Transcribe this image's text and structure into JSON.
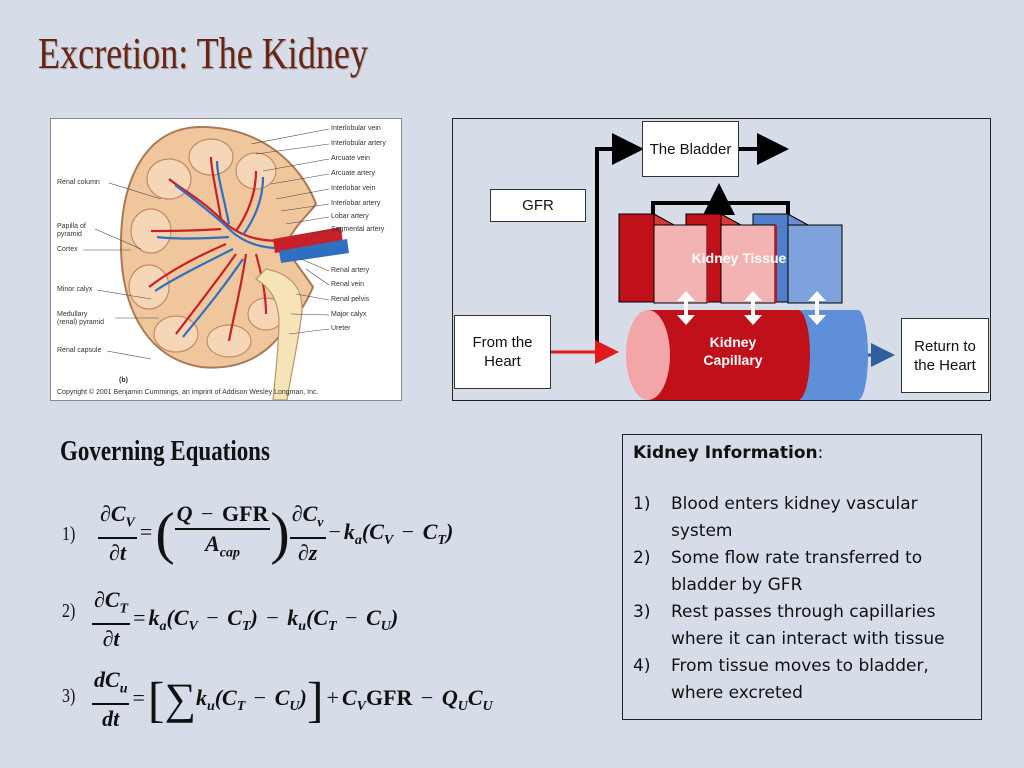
{
  "title": "Excretion: The Kidney",
  "anatomy": {
    "labels_right": [
      "Interlobular vein",
      "Interlobular artery",
      "Arcuate vein",
      "Arcuate artery",
      "Interlobar vein",
      "Interlobar artery",
      "Lobar artery",
      "Segmental artery",
      "Renal artery",
      "Renal vein",
      "Renal pelvis",
      "Major calyx",
      "Ureter"
    ],
    "labels_left": [
      "Renal column",
      "Papilla of",
      "pyramid",
      "Cortex",
      "Minor calyx",
      "Medullary",
      "(renal) pyramid",
      "Renal capsule"
    ],
    "panel_letter": "(b)",
    "copyright": "Copyright © 2001 Benjamin Cummings, an imprint of Addison Wesley Longman, Inc."
  },
  "diagram": {
    "bladder": "The Bladder",
    "gfr": "GFR",
    "from_heart": "From the Heart",
    "kidney_tissue": "Kidney Tissue",
    "kidney_capillary": "Kidney Capillary",
    "return_heart": "Return to the Heart",
    "colors": {
      "red": "#c0101a",
      "light_red": "#f3aaaa",
      "blue": "#4f7fcc",
      "light_blue": "#7fa2dc"
    }
  },
  "equations": {
    "heading": "Governing Equations",
    "numbers": [
      "1)",
      "2)",
      "3)"
    ]
  },
  "info": {
    "title": "Kidney Information",
    "colon": ":",
    "items": [
      {
        "n": "1)",
        "text": "Blood enters kidney vascular system"
      },
      {
        "n": "2)",
        "text": "Some flow rate transferred to bladder by GFR"
      },
      {
        "n": "3)",
        "text": "Rest passes through capillaries where it can interact with tissue"
      },
      {
        "n": "4)",
        "text": "From tissue moves to bladder, where excreted"
      }
    ]
  }
}
